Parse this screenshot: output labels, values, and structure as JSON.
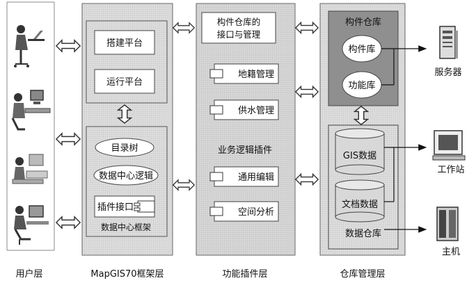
{
  "layers": {
    "user": "用户层",
    "framework": "MapGIS70框架层",
    "plugin": "功能插件层",
    "repo": "仓库管理层"
  },
  "framework": {
    "platform_build": "搭建平台",
    "platform_run": "运行平台",
    "dir_tree": "目录树",
    "dc_logic": "数据中心逻辑",
    "plugin_iface": "插件接口",
    "dc_frame": "数据中心框架"
  },
  "plugin": {
    "comp_iface": "构件仓库的\n接口与管理",
    "land": "地籍管理",
    "water": "供水管理",
    "biz": "业务逻辑插件",
    "edit": "通用编辑",
    "spatial": "空间分析"
  },
  "repo": {
    "comp_repo": "构件仓库",
    "comp_lib": "构件库",
    "func_lib": "功能库",
    "gis_data": "GIS数据",
    "doc_data": "文档数据",
    "data_repo": "数据仓库"
  },
  "devices": {
    "server": "服务器",
    "workstation": "工作站",
    "host": "主机"
  }
}
